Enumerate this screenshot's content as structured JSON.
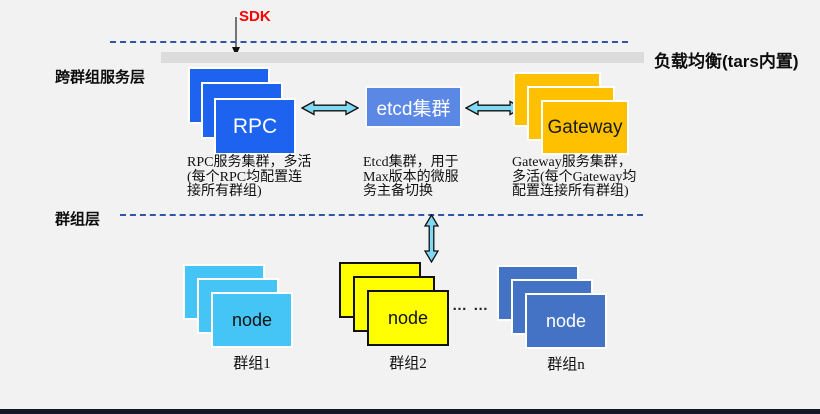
{
  "header": {
    "sdk_label": "SDK",
    "load_balancer_label": "负载均衡(tars内置)"
  },
  "layers": {
    "cross_group_label": "跨群组服务层",
    "group_label": "群组层"
  },
  "services": {
    "rpc": {
      "label": "RPC",
      "caption": "RPC服务集群，多活\n(每个RPC均配置连\n接所有群组)"
    },
    "etcd": {
      "label": "etcd集群",
      "caption": "Etcd集群，用于\nMax版本的微服\n务主备切换"
    },
    "gateway": {
      "label": "Gateway",
      "caption": "Gateway服务集群，\n多活(每个Gateway均\n配置连接所有群组)"
    }
  },
  "groups": [
    {
      "node_label": "node",
      "caption": "群组1"
    },
    {
      "node_label": "node",
      "caption": "群组2"
    },
    {
      "node_label": "node",
      "caption": "群组n"
    }
  ],
  "ellipsis": "… …",
  "colors": {
    "background": "#F2F2F2",
    "rpc_blue": "#1E62F0",
    "etcd_blue": "#5B87E5",
    "gateway_gold": "#FFC000",
    "group1_light_blue": "#45C5F5",
    "group2_yellow": "#FFFF00",
    "group3_blue": "#4472C4",
    "arrow_fill": "#7FD9F2",
    "dashed_line_blue": "#2F55A8",
    "sdk_red": "#FF0000",
    "lb_bar_gray": "#DCDCDC",
    "footer_navy": "#141826"
  }
}
